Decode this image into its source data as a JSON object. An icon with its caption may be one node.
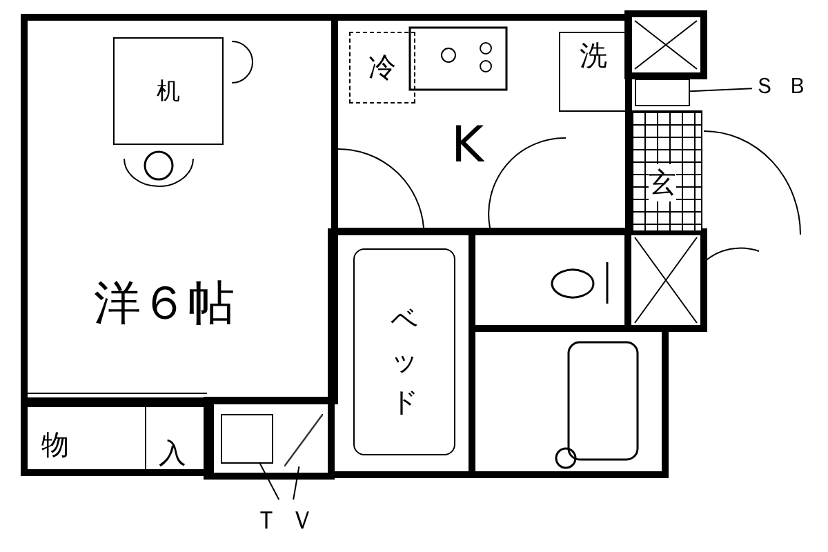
{
  "diagram": {
    "nodes": [
      {
        "text": [
          "洋６帖"
        ]
      },
      {
        "text": [
          "机"
        ],
        "in": 0
      },
      {
        "text": [
          "物",
          "入"
        ]
      },
      {
        "text": [
          "K"
        ]
      },
      {
        "text": [
          "冷"
        ],
        "in": 3
      },
      {
        "text": [
          "洗"
        ],
        "in": 3
      },
      {
        "text": [
          "玄"
        ]
      },
      {
        "text": [
          "ベッド"
        ]
      },
      {
        "text": [
          "ＳＢ"
        ]
      },
      {
        "text": [],
        "shape": "box"
      },
      {
        "text": [
          "ＴＶ"
        ]
      },
      {
        "text": [],
        "shape": "box"
      },
      {
        "text": [],
        "shape": "bar"
      }
    ],
    "edges": [
      {
        "from": 8,
        "to": 9,
        "arrow": "none"
      },
      {
        "from": 10,
        "to": 11,
        "arrow": "none"
      },
      {
        "from": 10,
        "to": 12,
        "arrow": "none"
      }
    ]
  }
}
